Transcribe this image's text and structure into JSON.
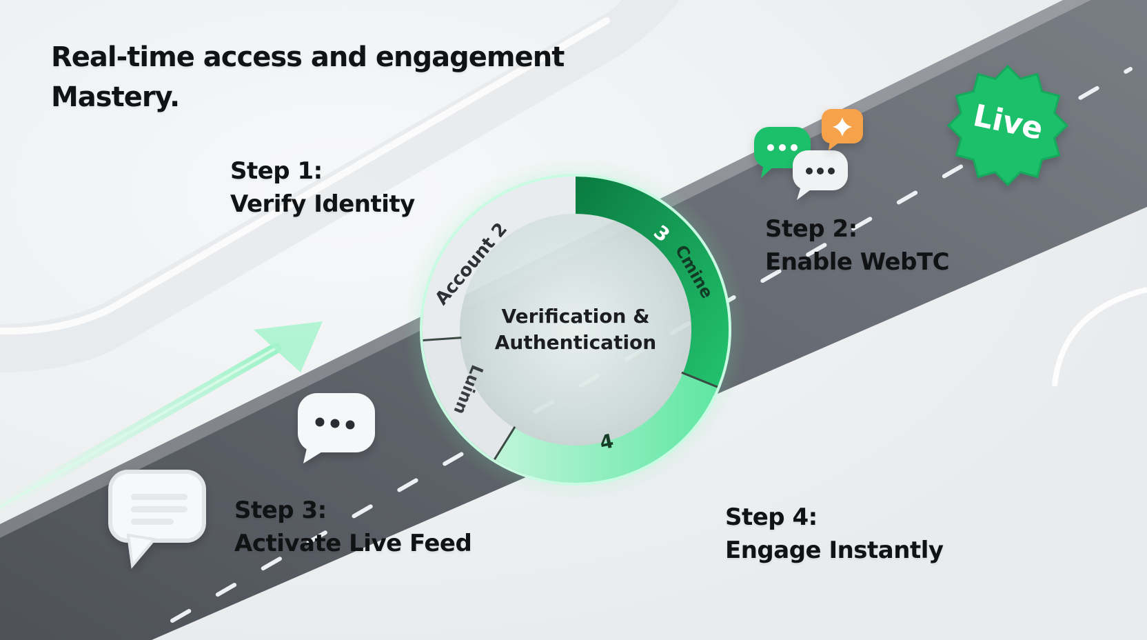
{
  "header": {
    "title_line1": "Real-time access and engagement",
    "title_line2": "Mastery."
  },
  "steps": [
    {
      "label": "Step 1:",
      "title": "Verify Identity"
    },
    {
      "label": "Step 2:",
      "title": "Enable WebTC"
    },
    {
      "label": "Step 3:",
      "title": "Activate Live Feed"
    },
    {
      "label": "Step 4:",
      "title": "Engage Instantly"
    }
  ],
  "ring": {
    "center_line1": "Verification &",
    "center_line2": "Authentication",
    "segments": [
      {
        "text": "Account 2"
      },
      {
        "text": "3"
      },
      {
        "text": "Cmine"
      },
      {
        "text": "4"
      },
      {
        "text": "Luinn"
      }
    ]
  },
  "badge": {
    "text": "Live"
  },
  "colors": {
    "accent_green": "#1fc06a",
    "deep_green": "#0e8a4a",
    "mint": "#7df0b9",
    "road": "#5b5f66",
    "background": "#eef0f2",
    "orange": "#f5a24c"
  },
  "icons": [
    "chat-bubble-icon",
    "sparkle-icon",
    "message-lines-icon",
    "arrow-icon",
    "live-badge-icon"
  ]
}
